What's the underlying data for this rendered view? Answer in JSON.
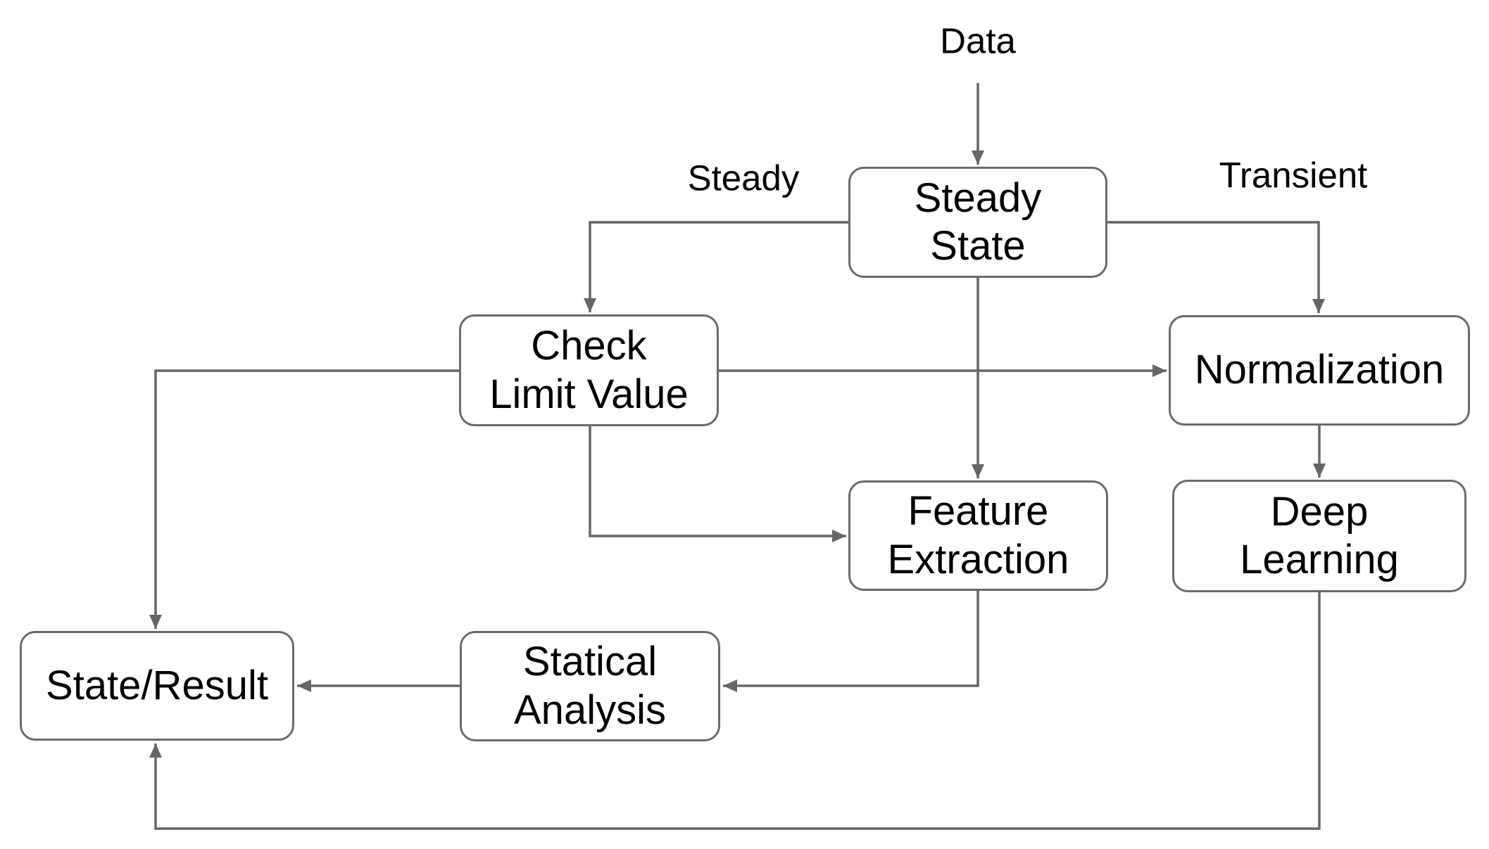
{
  "diagram": {
    "type": "flowchart",
    "background": "#ffffff",
    "colors": {
      "line": "#666666",
      "box_border": "#6b6b6b",
      "box_fill": "#ffffff",
      "text": "#000000"
    },
    "nodes": {
      "steady_state": {
        "label": "Steady\nState"
      },
      "check_limit_value": {
        "label": "Check\nLimit Value"
      },
      "normalization": {
        "label": "Normalization"
      },
      "feature_extraction": {
        "label": "Feature\nExtraction"
      },
      "deep_learning": {
        "label": "Deep\nLearning"
      },
      "statical_analysis": {
        "label": "Statical\nAnalysis"
      },
      "state_result": {
        "label": "State/Result"
      }
    },
    "annotations": {
      "data_input": "Data",
      "steady_branch": "Steady",
      "transient_branch": "Transient"
    },
    "edges": [
      {
        "from": "Data",
        "to": "Steady State"
      },
      {
        "from": "Steady State",
        "to": "Check Limit Value",
        "label": "Steady"
      },
      {
        "from": "Steady State",
        "to": "Normalization",
        "label": "Transient"
      },
      {
        "from": "Steady State",
        "to": "Feature Extraction"
      },
      {
        "from": "Check Limit Value",
        "to": "Normalization"
      },
      {
        "from": "Check Limit Value",
        "to": "Feature Extraction"
      },
      {
        "from": "Check Limit Value",
        "to": "State/Result"
      },
      {
        "from": "Normalization",
        "to": "Deep Learning"
      },
      {
        "from": "Feature Extraction",
        "to": "Statical Analysis"
      },
      {
        "from": "Statical Analysis",
        "to": "State/Result"
      },
      {
        "from": "Deep Learning",
        "to": "State/Result"
      }
    ]
  }
}
